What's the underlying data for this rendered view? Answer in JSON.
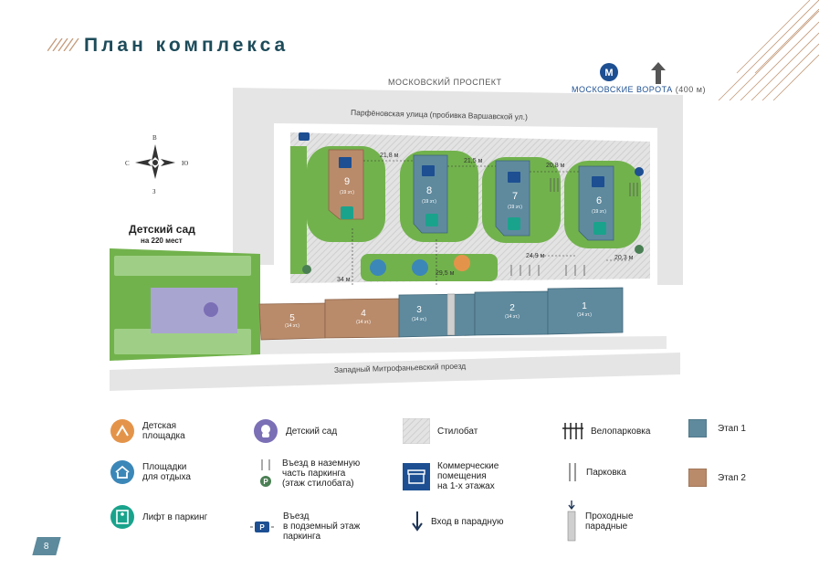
{
  "title": "План комплекса",
  "page_number": "8",
  "streets": {
    "top": "МОСКОВСКИЙ ПРОСПЕКТ",
    "upper": "Парфёновская улица (пробивка Варшавской ул.)",
    "bottom": "Западный Митрофаньевский проезд"
  },
  "metro": {
    "name": "МОСКОВСКИЕ ВОРОТА",
    "distance": "(400 м)",
    "logo": "М"
  },
  "compass": {
    "n": "В",
    "w": "С",
    "e": "Ю",
    "s": "З"
  },
  "kindergarten": {
    "title": "Детский сад",
    "subtitle": "на 220 мест"
  },
  "buildings_top": [
    {
      "num": "9",
      "floors": "(19 эт.)",
      "stage": "2"
    },
    {
      "num": "8",
      "floors": "(19 эт.)",
      "stage": "1"
    },
    {
      "num": "7",
      "floors": "(19 эт.)",
      "stage": "1"
    },
    {
      "num": "6",
      "floors": "(19 эт.)",
      "stage": "1"
    }
  ],
  "buildings_bottom": [
    {
      "num": "5",
      "floors": "(14 эт.)",
      "stage": "2"
    },
    {
      "num": "4",
      "floors": "(14 эт.)",
      "stage": "2"
    },
    {
      "num": "3",
      "floors": "(14 эт.)",
      "stage": "1"
    },
    {
      "num": "2",
      "floors": "(14 эт.)",
      "stage": "1"
    },
    {
      "num": "1",
      "floors": "(14 эт.)",
      "stage": "1"
    }
  ],
  "distances": [
    "21,8 м",
    "21,5 м",
    "20,8 м",
    "24,9 м",
    "20,3 м",
    "34 м",
    "29,5 м"
  ],
  "colors": {
    "stage1": "#5f8a9e",
    "stage2": "#b98b6b",
    "green": "#6fb04f",
    "road": "#e6e6e6",
    "stylobate": "#dcdcdc",
    "dark": "#1d4b5a"
  },
  "legend": [
    {
      "icon": "playground-icon",
      "label": "Детская\nплощадка"
    },
    {
      "icon": "rest-area-icon",
      "label": "Площадки\nдля отдыха"
    },
    {
      "icon": "parking-lift-icon",
      "label": "Лифт в паркинг"
    },
    {
      "icon": "kindergarten-icon",
      "label": "Детский сад"
    },
    {
      "icon": "surface-parking-entry-icon",
      "label": "Въезд в наземную\nчасть паркинга\n(этаж стилобата)",
      "badge": "P"
    },
    {
      "icon": "underground-parking-entry-icon",
      "label": "Въезд\nв подземный этаж\nпаркинга",
      "badge": "P"
    },
    {
      "icon": "stylobate-icon",
      "label": "Стилобат"
    },
    {
      "icon": "commercial-icon",
      "label": "Коммерческие\nпомещения\nна 1-х этажах"
    },
    {
      "icon": "entrance-arrow-icon",
      "label": "Вход в парадную"
    },
    {
      "icon": "bike-parking-icon",
      "label": "Велопарковка"
    },
    {
      "icon": "parking-icon",
      "label": "Парковка"
    },
    {
      "icon": "through-entrance-icon",
      "label": "Проходные\nпарадные"
    },
    {
      "icon": "stage1-swatch",
      "label": "Этап 1"
    },
    {
      "icon": "stage2-swatch",
      "label": "Этап 2"
    }
  ]
}
